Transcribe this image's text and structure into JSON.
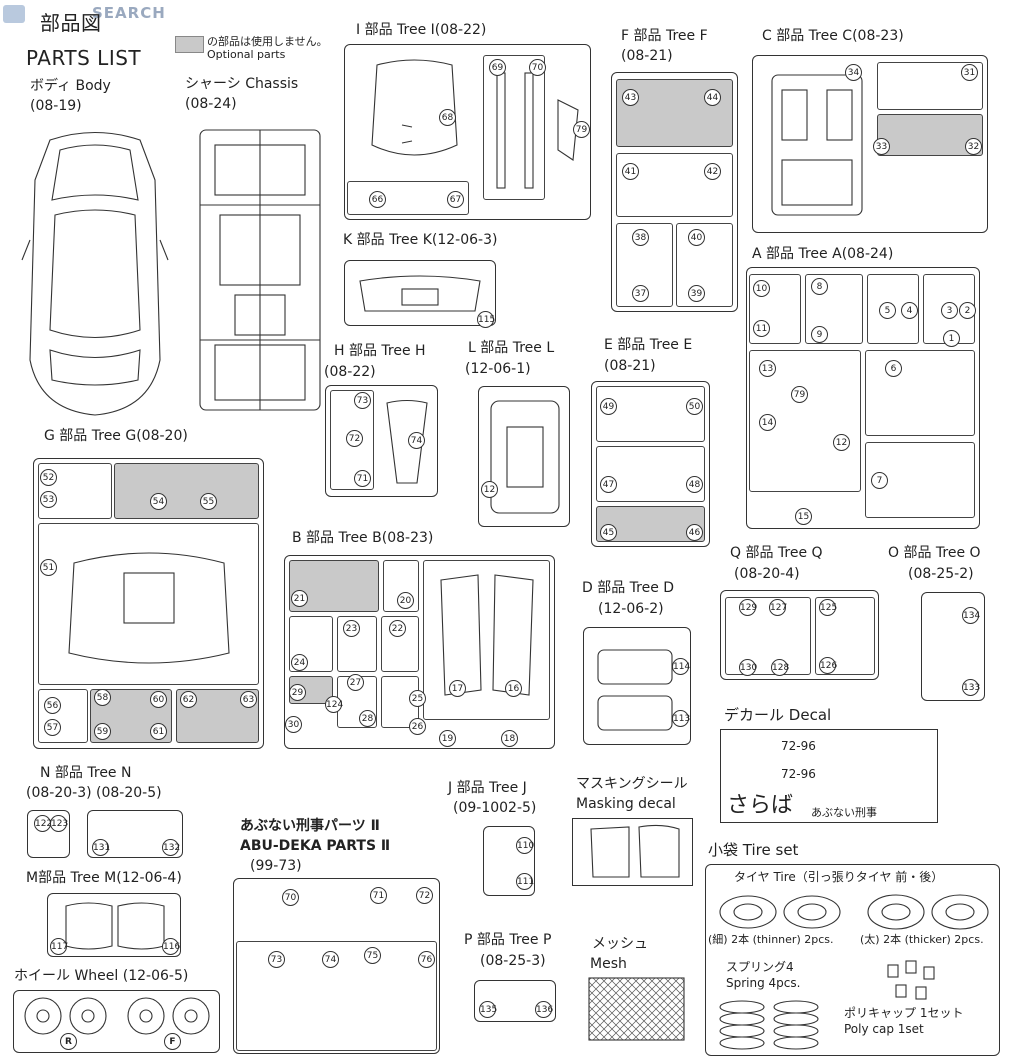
{
  "watermark": "SEARCH",
  "title_jp": "部品図",
  "title_en": "PARTS LIST",
  "legend": {
    "jp": "の部品は使用しません。",
    "en": "Optional parts",
    "swatch_color": "#c9c9c9"
  },
  "body": {
    "jp": "ボディ",
    "en": "Body",
    "code": "(08-19)"
  },
  "chassis": {
    "jp": "シャーシ",
    "en": "Chassis",
    "code": "(08-24)"
  },
  "treeI": {
    "label": "I 部品 Tree I",
    "code": "(08-22)",
    "nums": [
      "68",
      "66",
      "67",
      "69",
      "70",
      "79"
    ]
  },
  "treeF": {
    "label": "F 部品 Tree F",
    "code": "(08-21)",
    "nums": [
      "43",
      "44",
      "41",
      "42",
      "38",
      "37",
      "40",
      "39"
    ]
  },
  "treeC": {
    "label": "C 部品 Tree C",
    "code": "(08-23)",
    "nums": [
      "34",
      "31",
      "33",
      "32"
    ]
  },
  "treeK": {
    "label": "K 部品 Tree K",
    "code": "(12-06-3)",
    "nums": [
      "115"
    ]
  },
  "treeA": {
    "label": "A 部品 Tree A",
    "code": "(08-24)",
    "nums": [
      "10",
      "8",
      "11",
      "9",
      "5",
      "4",
      "3",
      "2",
      "1",
      "13",
      "79",
      "14",
      "12",
      "6",
      "7",
      "15"
    ]
  },
  "treeH": {
    "label": "H 部品 Tree H",
    "code": "(08-22)",
    "nums": [
      "73",
      "72",
      "74",
      "71"
    ]
  },
  "treeL": {
    "label": "L 部品 Tree L",
    "code": "(12-06-1)",
    "nums": [
      "12"
    ]
  },
  "treeE": {
    "label": "E 部品 Tree E",
    "code": "(08-21)",
    "nums": [
      "49",
      "50",
      "47",
      "48",
      "45",
      "46"
    ]
  },
  "treeG": {
    "label": "G 部品 Tree G",
    "code": "(08-20)",
    "nums": [
      "52",
      "53",
      "54",
      "55",
      "51",
      "56",
      "57",
      "58",
      "59",
      "60",
      "61",
      "62",
      "63"
    ]
  },
  "treeB": {
    "label": "B 部品 Tree B",
    "code": "(08-23)",
    "nums": [
      "21",
      "20",
      "23",
      "22",
      "24",
      "27",
      "29",
      "124",
      "25",
      "30",
      "28",
      "26",
      "17",
      "16",
      "19",
      "18"
    ]
  },
  "treeQ": {
    "label": "Q 部品 Tree Q",
    "code": "(08-20-4)",
    "nums": [
      "129",
      "127",
      "125",
      "130",
      "128",
      "126"
    ]
  },
  "treeO": {
    "label": "O 部品 Tree O",
    "code": "(08-25-2)",
    "nums": [
      "134",
      "133"
    ]
  },
  "treeD": {
    "label": "D 部品 Tree D",
    "code": "(12-06-2)",
    "nums": [
      "114",
      "113"
    ]
  },
  "decal": {
    "jp": "デカール",
    "en": "Decal",
    "plate": "72-96",
    "text": "さらば",
    "sub": "あぶない刑事"
  },
  "treeN": {
    "label": "N 部品 Tree N",
    "code": "(08-20-3) (08-20-5)",
    "nums": [
      "122",
      "123",
      "131",
      "132"
    ]
  },
  "treeJ": {
    "label": "J 部品 Tree J",
    "code": "(09-1002-5)",
    "nums": [
      "110",
      "111"
    ]
  },
  "masking": {
    "jp": "マスキングシール",
    "en": "Masking decal"
  },
  "tireset": {
    "jp": "小袋",
    "en": "Tire set",
    "tire_line": "タイヤ Tire（引っ張りタイヤ 前・後）",
    "thin": "(細) 2本 (thinner) 2pcs.",
    "thick": "(太) 2本 (thicker) 2pcs.",
    "spring_jp": "スプリング4",
    "spring_en": "Spring 4pcs.",
    "poly_jp": "ポリキャップ 1セット",
    "poly_en": "Poly cap 1set"
  },
  "abudeka": {
    "jp": "あぶない刑事パーツ Ⅱ",
    "en": "ABU-DEKA PARTS Ⅱ",
    "code": "(99-73)",
    "nums": [
      "70",
      "71",
      "72",
      "73",
      "74",
      "75",
      "76"
    ]
  },
  "treeM": {
    "label": "M部品 Tree M",
    "code": "(12-06-4)",
    "nums": [
      "117",
      "116"
    ]
  },
  "wheel": {
    "jp": "ホイール",
    "en": "Wheel",
    "code": "(12-06-5)",
    "nums": [
      "R",
      "F"
    ]
  },
  "treeP": {
    "label": "P 部品 Tree P",
    "code": "(08-25-3)",
    "nums": [
      "135",
      "136"
    ]
  },
  "mesh": {
    "jp": "メッシュ",
    "en": "Mesh"
  }
}
